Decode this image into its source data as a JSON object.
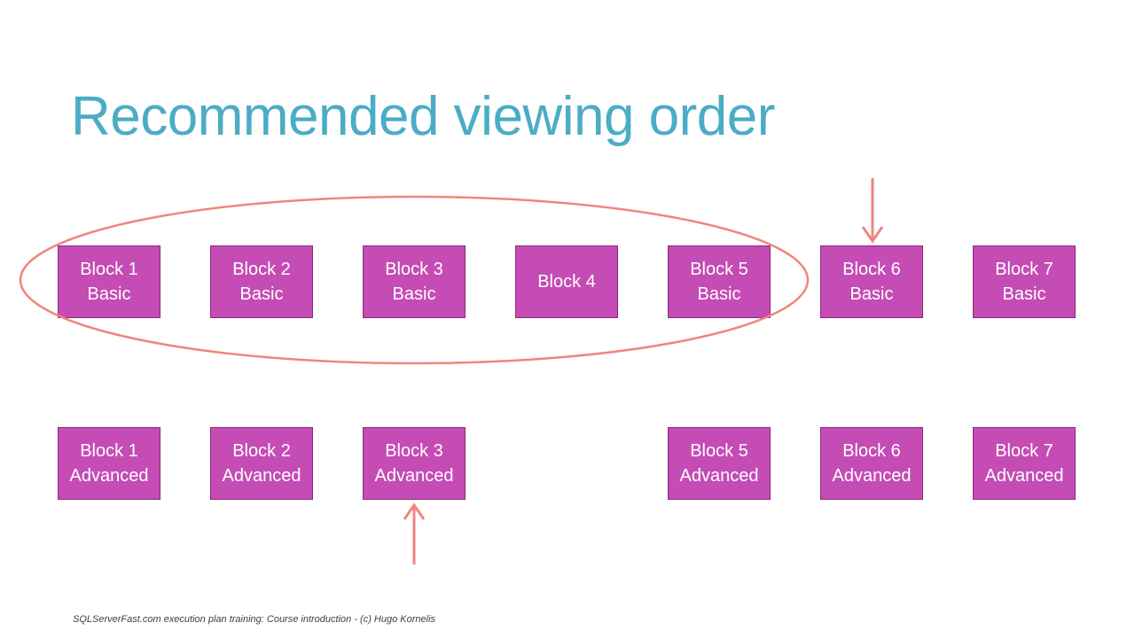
{
  "slide": {
    "title": "Recommended viewing order",
    "footer": "SQLServerFast.com execution plan training: Course introduction - (c) Hugo Kornelis"
  },
  "basic_row": [
    {
      "line1": "Block 1",
      "line2": "Basic"
    },
    {
      "line1": "Block 2",
      "line2": "Basic"
    },
    {
      "line1": "Block 3",
      "line2": "Basic"
    },
    {
      "line1": "Block 4",
      "line2": ""
    },
    {
      "line1": "Block 5",
      "line2": "Basic"
    },
    {
      "line1": "Block 6",
      "line2": "Basic"
    },
    {
      "line1": "Block 7",
      "line2": "Basic"
    }
  ],
  "advanced_row": [
    {
      "line1": "Block 1",
      "line2": "Advanced"
    },
    {
      "line1": "Block 2",
      "line2": "Advanced"
    },
    {
      "line1": "Block 3",
      "line2": "Advanced"
    },
    {
      "line1": "Block 5",
      "line2": "Advanced"
    },
    {
      "line1": "Block 6",
      "line2": "Advanced"
    },
    {
      "line1": "Block 7",
      "line2": "Advanced"
    }
  ],
  "colors": {
    "title": "#4bacc6",
    "block_fill": "#c44cb4",
    "block_border": "#8a2a7c",
    "annotation": "#f0857e"
  }
}
